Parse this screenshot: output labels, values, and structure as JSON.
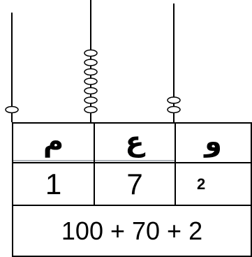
{
  "abacus": {
    "rods": [
      {
        "place": "hundreds",
        "beads": 1
      },
      {
        "place": "tens",
        "beads": 7
      },
      {
        "place": "ones",
        "beads": 2
      }
    ]
  },
  "table": {
    "headers": {
      "hundreds": "م",
      "tens": "ع",
      "ones": "و"
    },
    "digits": {
      "hundreds": "1",
      "tens": "7",
      "ones": "2"
    },
    "expanded_form": "100 + 70 + 2"
  }
}
